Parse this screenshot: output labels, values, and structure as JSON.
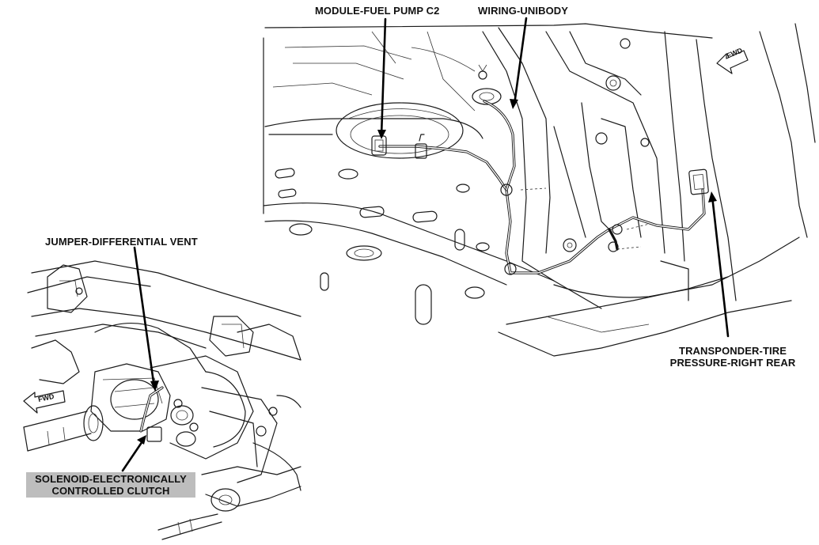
{
  "labels": {
    "module_fuel_pump": "MODULE-FUEL PUMP C2",
    "wiring_unibody": "WIRING-UNIBODY",
    "jumper_differential_vent": "JUMPER-DIFFERENTIAL VENT",
    "transponder_line1": "TRANSPONDER-TIRE",
    "transponder_line2": "PRESSURE-RIGHT REAR",
    "solenoid_line1": "SOLENOID-ELECTRONICALLY",
    "solenoid_line2": "CONTROLLED CLUTCH"
  },
  "fwd_arrows": {
    "top_right": "FWD",
    "bottom_left": "FWD"
  },
  "colors": {
    "highlight_box": "#bdbdbd",
    "line_art": "#1a1a1a"
  }
}
